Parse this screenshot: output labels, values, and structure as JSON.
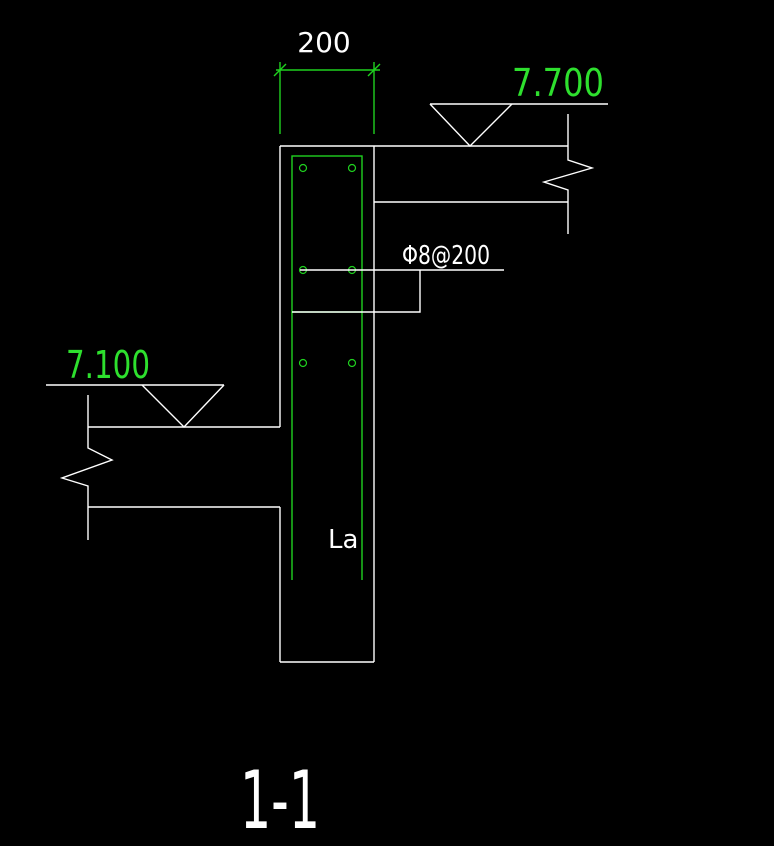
{
  "drawing": {
    "dimension_width": "200",
    "elevation_upper": "7.700",
    "elevation_lower": "7.100",
    "rebar_spec": "Φ8@200",
    "anchorage_label": "La",
    "section_label": "1-1"
  },
  "colors": {
    "background": "#000000",
    "outline": "#ffffff",
    "rebar": "#1fd11f",
    "elevation_text": "#2ee02e"
  }
}
